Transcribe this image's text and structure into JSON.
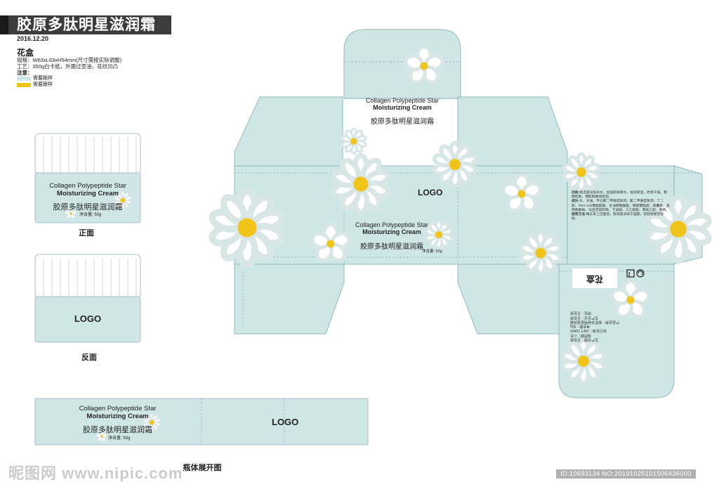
{
  "header": {
    "title": "胶原多肽明星滋润霜",
    "date": "2016.12.20",
    "section": "花盒",
    "spec_lines": [
      "规格：W63xL63xH54mm(尺寸需按实际调整)",
      "工艺：350g白卡纸，外面过亚油，花纹凹凸",
      "注意："
    ],
    "legend": [
      {
        "label": "需要跟样",
        "color": "#cfe6e6"
      },
      {
        "label": "需要跟样",
        "color": "#f0c419"
      }
    ]
  },
  "product": {
    "name_en_1": "Collagen Polypeptide Star",
    "name_en_2": "Moisturizing Cream",
    "name_cn": "胶原多肽明星滋润霜",
    "net": "净含量: 50g",
    "logo": "LOGO"
  },
  "captions": {
    "front": "正面",
    "back": "反面",
    "unfold": "瓶体展开图"
  },
  "back_panel": {
    "efficacy_label": "功效:",
    "efficacy": "能迅速深层补水，加强肌肤锁水，滋润保湿，改善干燥、粗糙肌肤，使肌肤嫩滑柔软。",
    "ingredients_label": "成分:",
    "ingredients": "水、甘油、环五聚二甲基硅氧烷、聚二甲基硅氧烷、丁二醇、PEG-100硬脂酸酯、甘油硬脂酸酯、鲸蜡硬脂醇、尿囊素、透明质酸钠、马齿苋提取物、卡波姆、三乙醇胺、苯氧乙醇、香精。",
    "usage_label": "使用方法:",
    "usage": "每天早上洁面后，取适量涂抹于面部，轻轻按摩至吸收。",
    "mirror_title": "花盒",
    "mirror_lines": [
      "生产日期：见包装",
      "保质期：三年",
      "执行标准：GB/T 29665",
      "净含量：50g",
      "产品名称：胶原多肽明星滋润霜",
      "生产企业：见包装",
      "地址：见包装"
    ]
  },
  "watermark": {
    "left": "昵图网 www.nipic.com",
    "right": "ID:10693134 NO:20191025101506436000"
  },
  "colors": {
    "panel": "#cfe6e6",
    "accent": "#f0c419",
    "line": "#8fb3b3"
  }
}
